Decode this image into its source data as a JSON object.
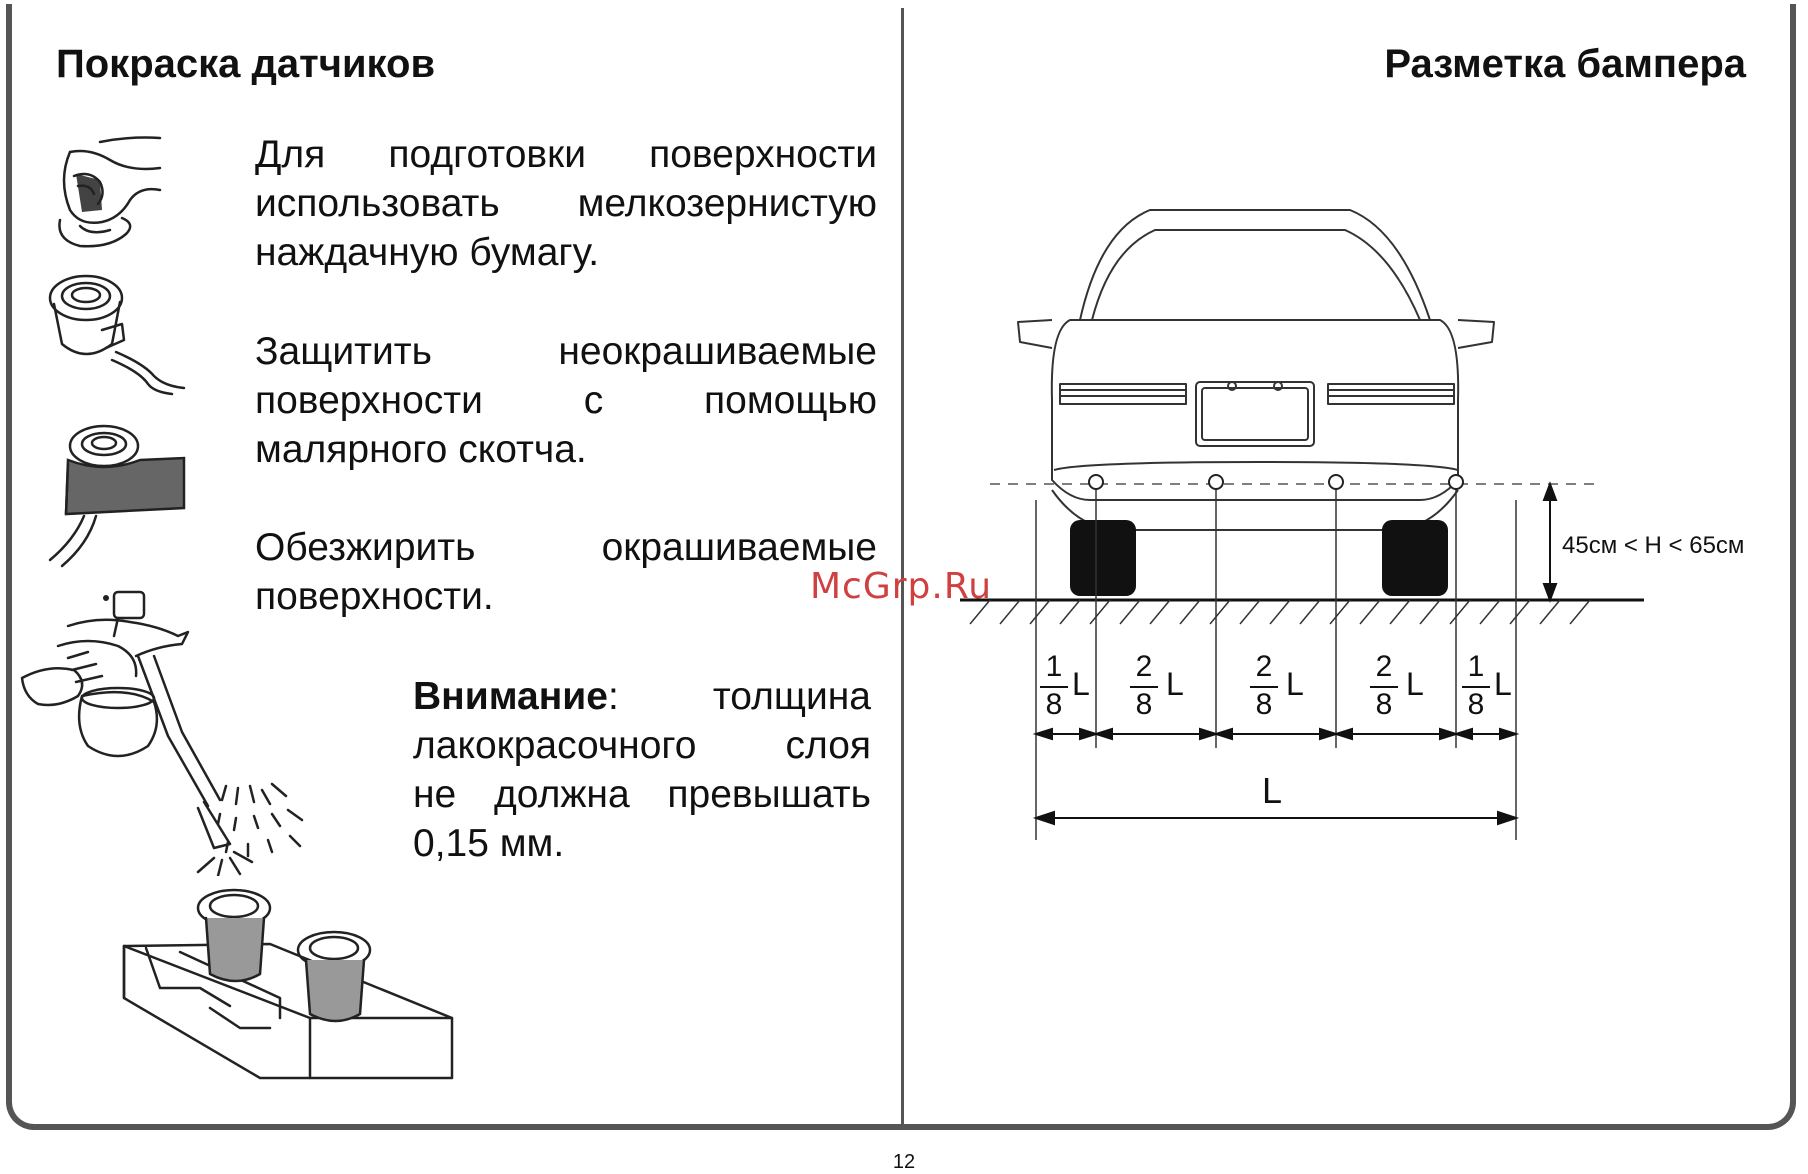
{
  "left": {
    "title": "Покраска датчиков",
    "para1": [
      "Для подготовки поверхности",
      "использовать мелкозернистую",
      "наждачную бумагу."
    ],
    "para2": [
      "Защитить неокрашиваемые",
      "поверхности с помощью",
      "малярного скотча."
    ],
    "para3": [
      "Обезжирить окрашиваемые",
      "поверхности."
    ],
    "warning_label": "Внимание",
    "warning_line1_rest": ": толщина",
    "warning_lines": [
      "лакокрасочного слоя",
      "не должна превышать",
      "0,15 мм."
    ]
  },
  "right": {
    "title": "Разметка бампера",
    "height_label": "45см < H < 65см",
    "fractions": [
      {
        "num": "1",
        "den": "8",
        "unit": "L"
      },
      {
        "num": "2",
        "den": "8",
        "unit": "L"
      },
      {
        "num": "2",
        "den": "8",
        "unit": "L"
      },
      {
        "num": "2",
        "den": "8",
        "unit": "L"
      },
      {
        "num": "1",
        "den": "8",
        "unit": "L"
      }
    ],
    "total_label": "L"
  },
  "watermark": "McGrp.Ru",
  "page_number": "12"
}
